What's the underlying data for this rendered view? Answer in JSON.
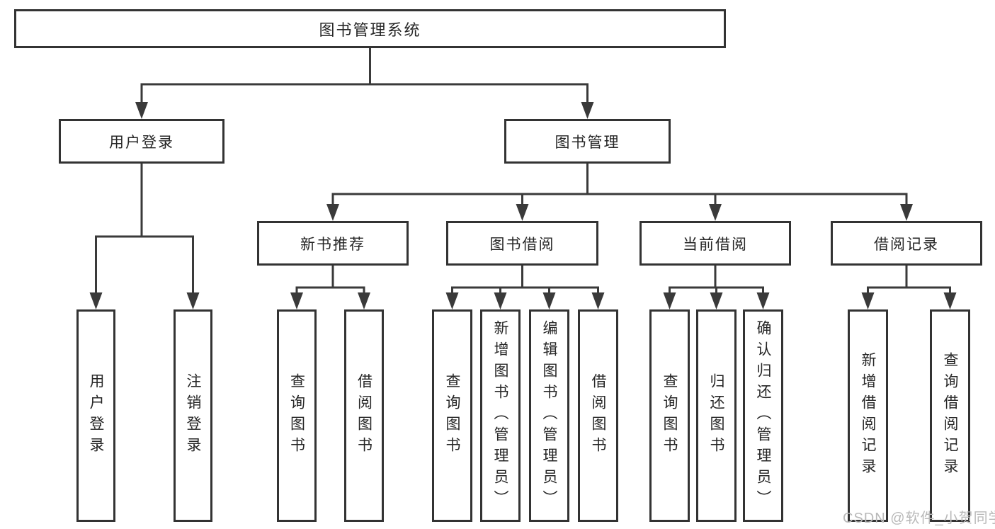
{
  "diagram": {
    "root": "图书管理系统",
    "branches": {
      "user_login": "用户登录",
      "book_management": "图书管理"
    },
    "modules": {
      "new_books": "新书推荐",
      "book_borrow": "图书借阅",
      "current_borrow": "当前借阅",
      "borrow_records": "借阅记录"
    },
    "leaves": {
      "user_login": "用户登录",
      "logout": "注销登录",
      "nb_query": "查询图书",
      "nb_borrow": "借阅图书",
      "bb_query": "查询图书",
      "bb_add": "新增图书（管理员）",
      "bb_edit": "编辑图书（管理员）",
      "bb_borrow": "借阅图书",
      "cb_query": "查询图书",
      "cb_return": "归还图书",
      "cb_confirm": "确认归还（管理员）",
      "br_add": "新增借阅记录",
      "br_query": "查询借阅记录"
    }
  },
  "watermark": "CSDN @软件_小贺同学",
  "colors": {
    "line": "#3a3a3a",
    "border": "#333333",
    "fill": "#ffffff",
    "text": "#262626",
    "watermark": "#b9b9b9"
  }
}
